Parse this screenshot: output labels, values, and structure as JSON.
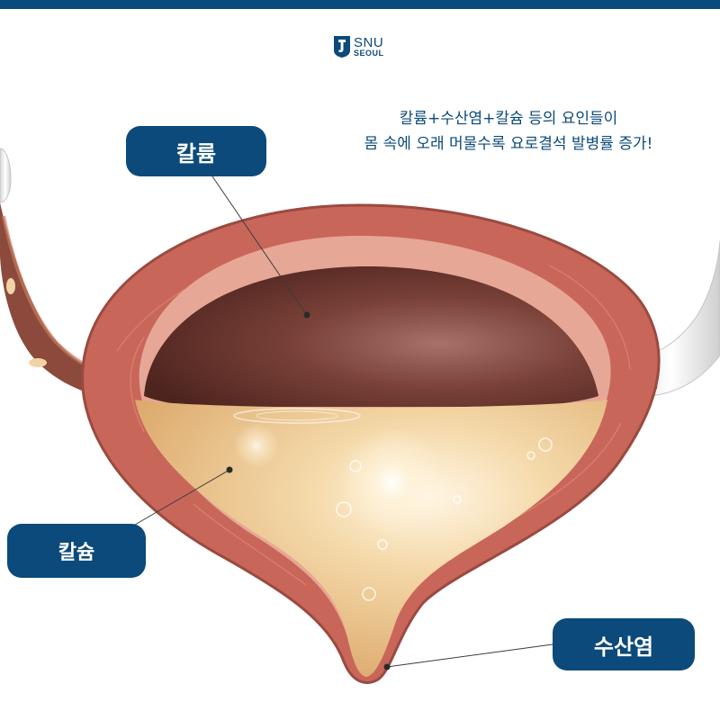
{
  "logo": {
    "line1": "SNU",
    "line2": "SEOUL"
  },
  "headline": {
    "line1": "칼륨+수산염+칼슘 등의 요인들이",
    "line2": "몸 속에 오래 머물수록 요로결석 발병률 증가!"
  },
  "labels": {
    "potassium": "칼륨",
    "calcium": "칼슘",
    "uric": "수산염"
  },
  "colors": {
    "brand_navy": "#0b4a7a",
    "bladder_wall": "#c9665a",
    "urine": "#efc98f",
    "cavity": "#6e3a32"
  }
}
